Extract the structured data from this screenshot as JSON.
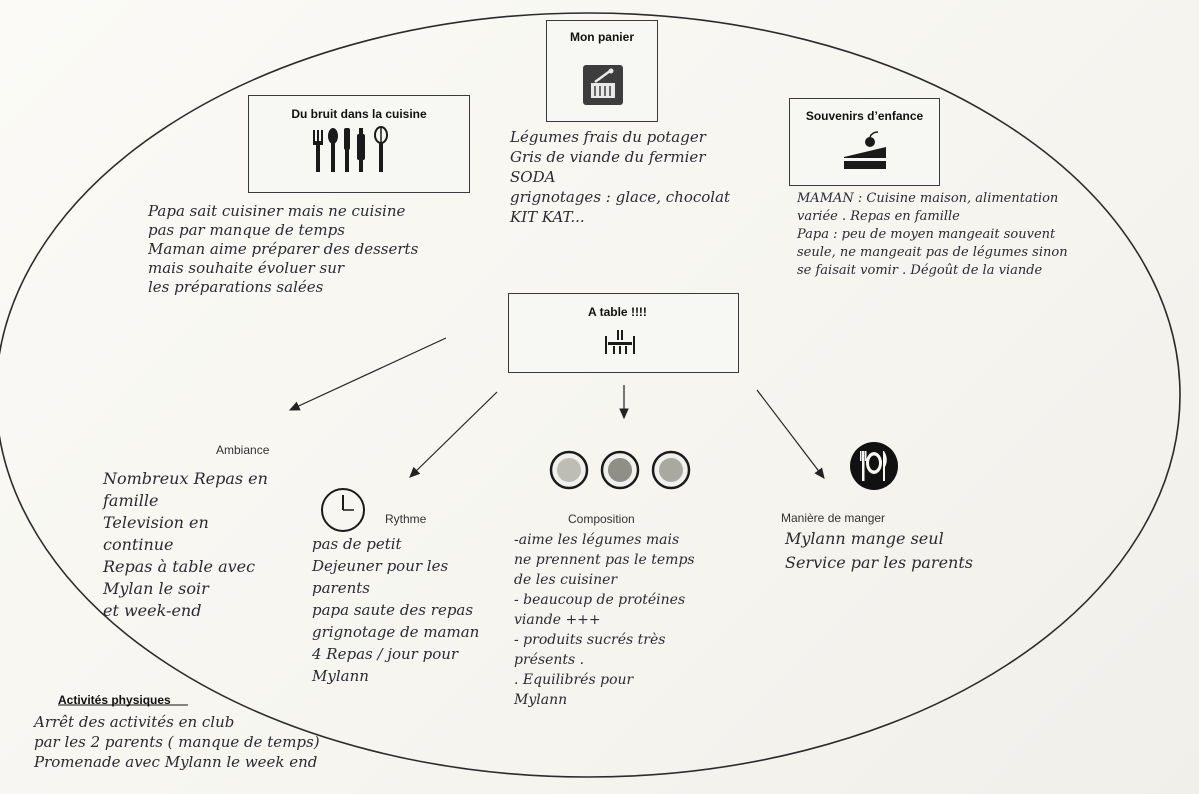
{
  "boxes": {
    "mon_panier": "Mon panier",
    "bruit": "Du bruit dans la cuisine",
    "souvenirs": "Souvenirs d’enfance",
    "a_table": "A table !!!!"
  },
  "sections": {
    "ambiance": "Ambiance",
    "rythme": "Rythme",
    "composition": "Composition",
    "maniere": "Manière de manger",
    "activites": "Activités physiques"
  },
  "notes": {
    "panier": "Légumes frais du potager\nGris de viande du fermier\nSODA\ngrignotages : glace, chocolat\nKIT KAT...",
    "bruit": "Papa sait cuisiner mais ne cuisine\npas par manque de temps\nMaman aime préparer des desserts\nmais souhaite évoluer sur\nles préparations salées",
    "souvenirs": "MAMAN : Cuisine maison, alimentation\nvariée . Repas en famille\nPapa : peu de moyen mangeait souvent\nseule, ne mangeait pas de légumes sinon\nse faisait vomir . Dégoût de la viande",
    "ambiance": "Nombreux Repas en\nfamille\nTelevision en\ncontinue\nRepas à table avec\nMylan le soir\net week-end",
    "rythme": "pas de petit\nDejeuner pour les\nparents\npapa saute des repas\ngrignotage de maman\n4 Repas / jour pour\nMylann",
    "composition": "-aime les légumes mais\nne prennent pas le temps\nde les cuisiner\n- beaucoup de protéines\nviande +++\n- produits sucrés très\nprésents .\n. Equilibrés pour\nMylann",
    "maniere": "Mylann mange seul\nService par les parents",
    "activites": "Arrêt des activités en club\npar les 2 parents ( manque de temps)\nPromenade avec Mylann le week end"
  },
  "icons": [
    "basket-icon",
    "kitchen-utensils-icon",
    "cake-slice-icon",
    "table-setting-icon",
    "clock-icon",
    "food-plates-icon",
    "cutlery-circle-icon"
  ],
  "colors": {
    "ink": "#2a2a30",
    "paper": "#f8f7f2",
    "frame": "#3a3a3a"
  }
}
